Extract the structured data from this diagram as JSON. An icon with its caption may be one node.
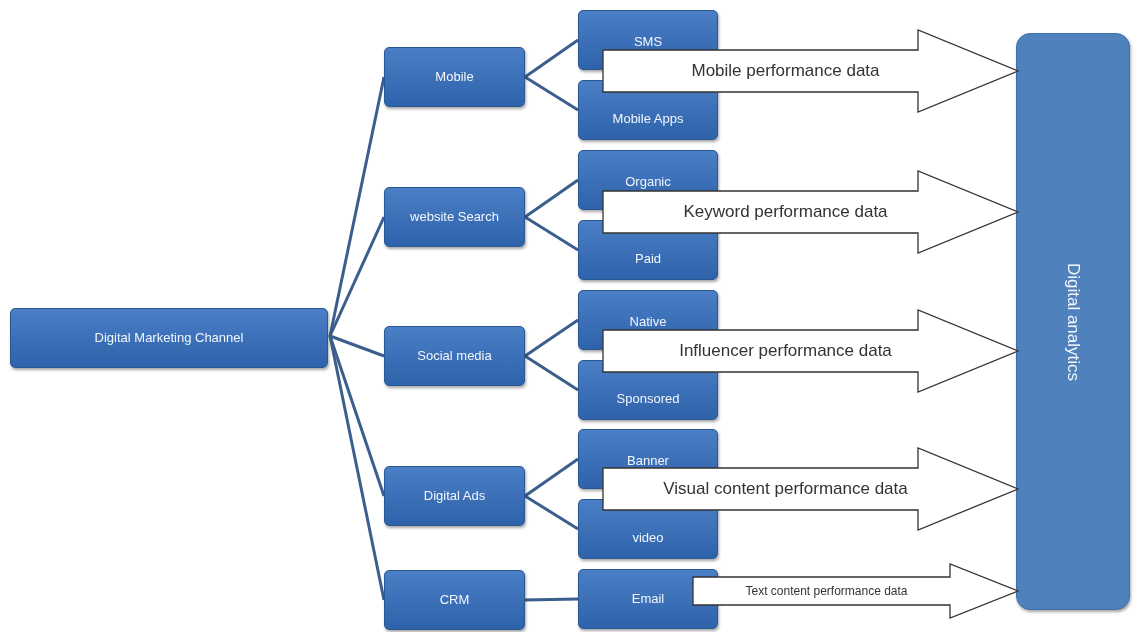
{
  "diagram": {
    "nodes": [
      {
        "text": [
          "Digital Marketing Channel"
        ]
      },
      {
        "text": [
          "Mobile"
        ]
      },
      {
        "text": [
          "SMS"
        ]
      },
      {
        "text": [
          "Mobile Apps"
        ]
      },
      {
        "text": [
          "website Search"
        ]
      },
      {
        "text": [
          "Organic"
        ]
      },
      {
        "text": [
          "Paid"
        ]
      },
      {
        "text": [
          "Social media"
        ]
      },
      {
        "text": [
          "Native"
        ]
      },
      {
        "text": [
          "Sponsored"
        ]
      },
      {
        "text": [
          "Digital Ads"
        ]
      },
      {
        "text": [
          "Banner"
        ]
      },
      {
        "text": [
          "video"
        ]
      },
      {
        "text": [
          "CRM"
        ]
      },
      {
        "text": [
          "Email"
        ]
      },
      {
        "text": [
          "Digital analytics"
        ]
      }
    ],
    "edges": [
      {
        "from": 0,
        "to": 1,
        "arrow": "none"
      },
      {
        "from": 0,
        "to": 4,
        "arrow": "none"
      },
      {
        "from": 0,
        "to": 7,
        "arrow": "none"
      },
      {
        "from": 0,
        "to": 10,
        "arrow": "none"
      },
      {
        "from": 0,
        "to": 13,
        "arrow": "none"
      },
      {
        "from": 1,
        "to": 2,
        "arrow": "none"
      },
      {
        "from": 1,
        "to": 3,
        "arrow": "none"
      },
      {
        "from": 4,
        "to": 5,
        "arrow": "none"
      },
      {
        "from": 4,
        "to": 6,
        "arrow": "none"
      },
      {
        "from": 7,
        "to": 8,
        "arrow": "none"
      },
      {
        "from": 7,
        "to": 9,
        "arrow": "none"
      },
      {
        "from": 10,
        "to": 11,
        "arrow": "none"
      },
      {
        "from": 10,
        "to": 12,
        "arrow": "none"
      },
      {
        "from": 13,
        "to": 14,
        "arrow": "none"
      },
      {
        "from": null,
        "to": 15,
        "arrow": "to",
        "label": "Mobile performance data",
        "style": "thick"
      },
      {
        "from": null,
        "to": 15,
        "arrow": "to",
        "label": "Keyword performance data",
        "style": "thick"
      },
      {
        "from": null,
        "to": 15,
        "arrow": "to",
        "label": "Influencer performance data",
        "style": "thick"
      },
      {
        "from": null,
        "to": 15,
        "arrow": "to",
        "label": "Visual content performance data",
        "style": "thick"
      },
      {
        "from": null,
        "to": 15,
        "arrow": "to",
        "label": "Text content performance data",
        "style": "thick"
      }
    ]
  }
}
